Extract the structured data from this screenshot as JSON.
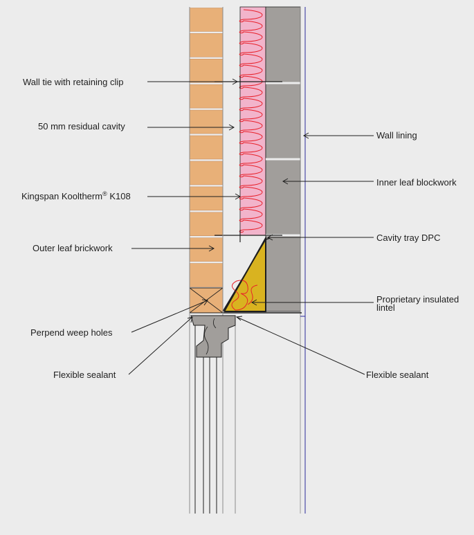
{
  "labels": {
    "wall_tie": "Wall tie with retaining clip",
    "residual_cavity": "50 mm residual cavity",
    "insulation_prefix": "Kingspan Kooltherm",
    "insulation_reg": "®",
    "insulation_suffix": " K108",
    "outer_leaf": "Outer leaf brickwork",
    "weep_holes": "Perpend weep holes",
    "sealant_left": "Flexible sealant",
    "wall_lining": "Wall lining",
    "inner_leaf": "Inner leaf blockwork",
    "cavity_tray": "Cavity tray DPC",
    "lintel_line1": "Proprietary insulated",
    "lintel_line2": "lintel",
    "sealant_right": "Flexible sealant"
  },
  "colors": {
    "background": "#ececec",
    "brick": "#e8b078",
    "insulation": "#f2b4cb",
    "insulation_wave": "#e8202a",
    "blockwork": "#a19e9b",
    "lintel_fill": "#d9b320",
    "lining_line": "#2a2a9a",
    "frame": "#8a8a8a",
    "line": "#1e1e1e"
  }
}
